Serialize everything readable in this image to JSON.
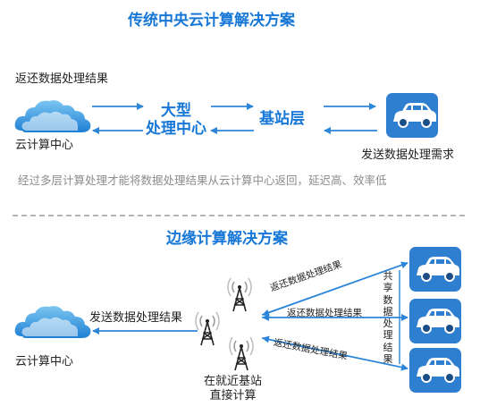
{
  "traditional": {
    "title": "传统中央云计算解决方案",
    "return_label": "返还数据处理结果",
    "cloud_label": "云计算中心",
    "large_center_line1": "大型",
    "large_center_line2": "处理中心",
    "base_station_layer": "基站层",
    "send_request_label": "发送数据处理需求",
    "note": "经过多层计算处理才能将数据处理结果从云计算中心返回，延迟高、效率低"
  },
  "edge": {
    "title": "边缘计算解决方案",
    "send_result_label": "发送数据处理结果",
    "cloud_label": "云计算中心",
    "station_label_line1": "在就近基站",
    "station_label_line2": "直接计算",
    "return_labels": [
      "返还数据处理结果",
      "返还数据处理结果",
      "返还数据处理结果"
    ],
    "shared_label": "共享数据处理结果"
  },
  "colors": {
    "accent": "#1677d6",
    "car_tile": "#2f7fd0",
    "cloud": "#3a9be0",
    "arrow": "#2b86d9"
  }
}
